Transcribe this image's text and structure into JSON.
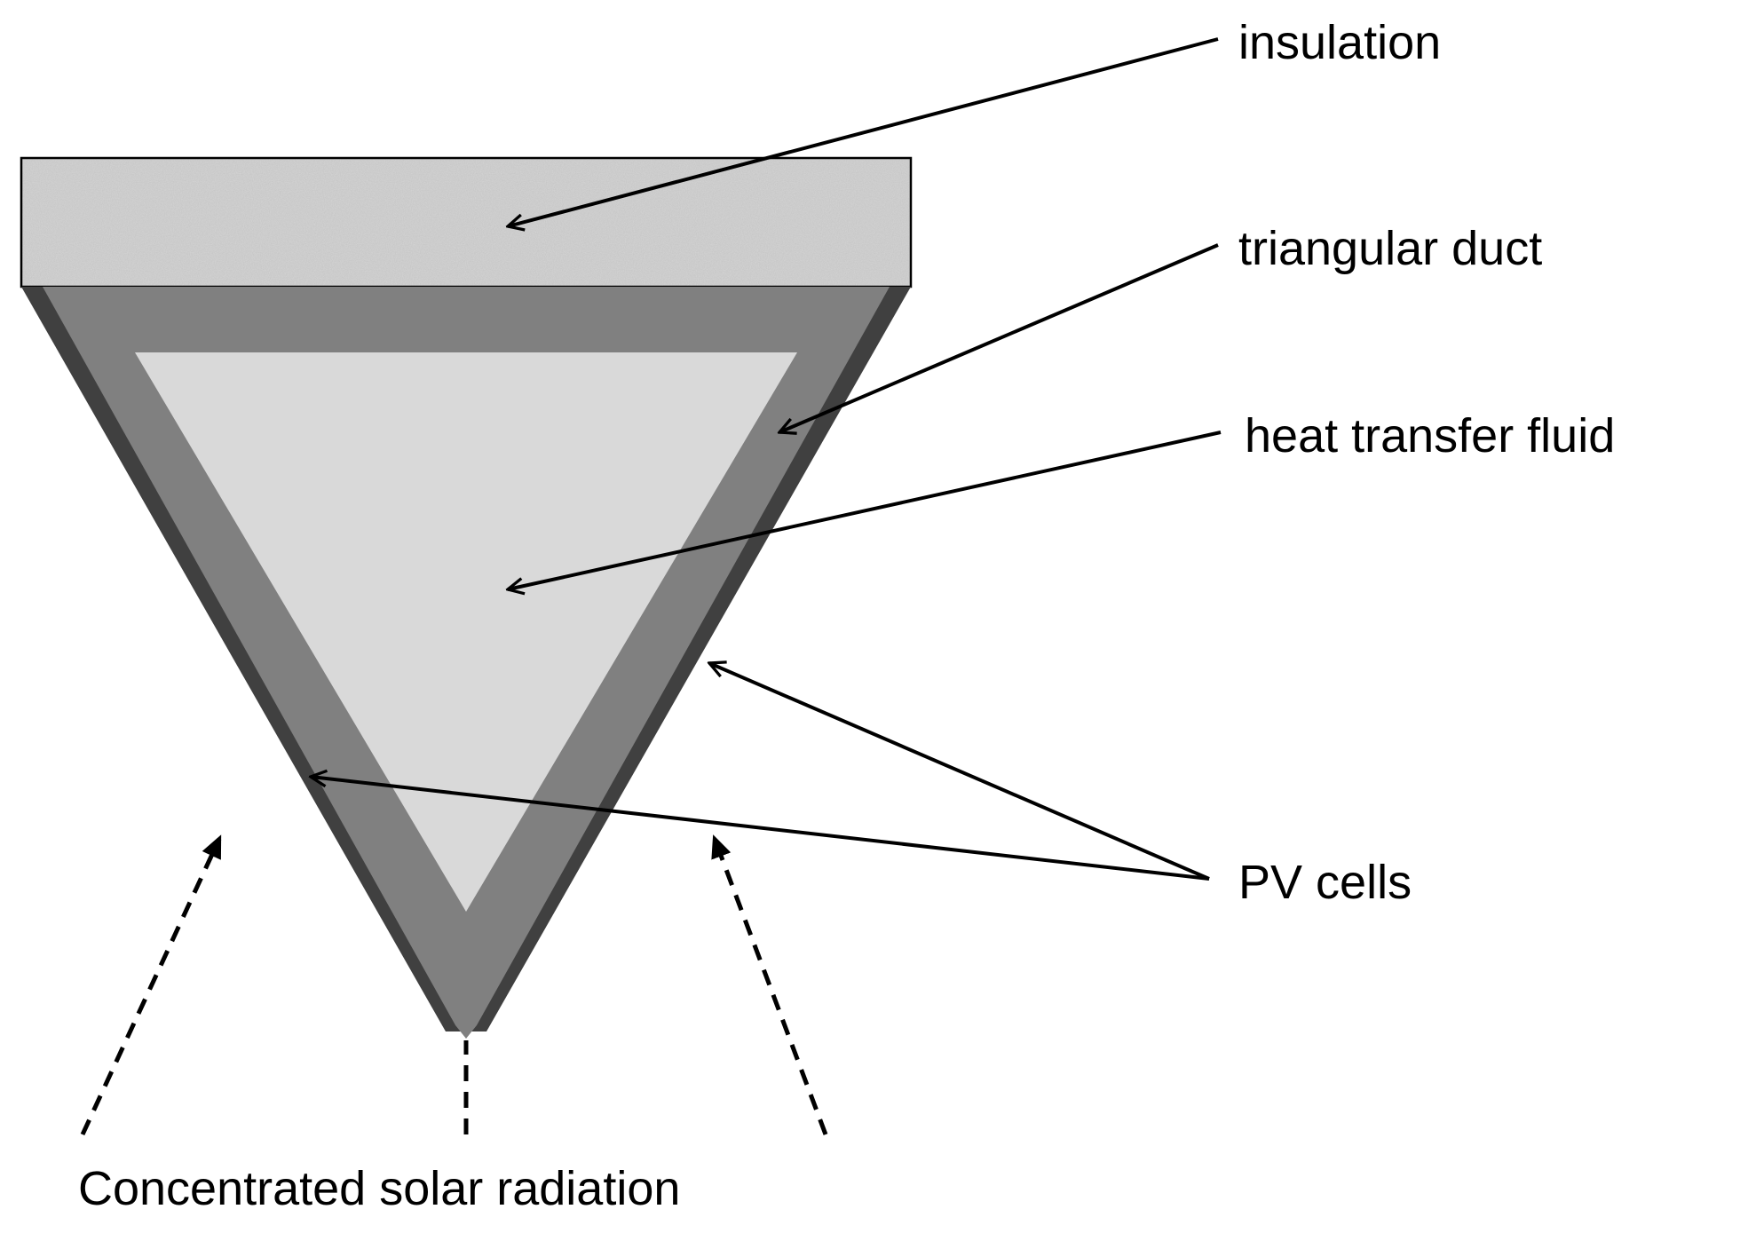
{
  "diagram": {
    "labels": {
      "insulation": "insulation",
      "triangular_duct": "triangular duct",
      "heat_transfer_fluid": "heat transfer fluid",
      "pv_cells": "PV cells",
      "radiation": "Concentrated solar radiation"
    },
    "colors": {
      "insulation_fill": "#d2d2d2",
      "duct_wall": "#808080",
      "fluid": "#d9d9d9",
      "pv_cells": "#404040",
      "lines": "#000000"
    }
  }
}
